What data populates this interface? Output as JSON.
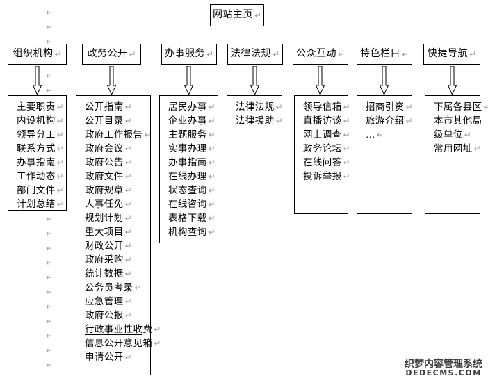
{
  "diagram": {
    "type": "sitemap-tree",
    "root": {
      "label": "网站主页",
      "pilcrow": "↵"
    },
    "pilcrow_glyph": "↵",
    "columns": [
      {
        "id": "organization",
        "header": "组织机构",
        "items": [
          "主要职责",
          "内设机构",
          "领导分工",
          "联系方式",
          "办事指南",
          "工作动态",
          "部门文件",
          "计划总结"
        ]
      },
      {
        "id": "government-affairs",
        "header": "政务公开",
        "items": [
          "公开指南",
          "公开目录",
          "政府工作报告",
          "政府会议",
          "政府公告",
          "政府文件",
          "政府规章",
          "人事任免",
          "规划计划",
          "重大项目",
          "财政公开",
          "政府采购",
          "统计数据",
          "公务员考录",
          "应急管理",
          "政府公报",
          "行政事业性收费",
          "信息公开意见箱",
          "申请公开"
        ],
        "underlined_item_index": 16
      },
      {
        "id": "services",
        "header": "办事服务",
        "items": [
          "居民办事",
          "企业办事",
          "主题服务",
          "实事办理",
          "办事指南",
          "在线办理",
          "状态查询",
          "在线咨询",
          "表格下载",
          "机构查询"
        ]
      },
      {
        "id": "laws",
        "header": "法律法规",
        "items": [
          "法律法规",
          "法律援助"
        ]
      },
      {
        "id": "public-interaction",
        "header": "公众互动",
        "items": [
          "领导信箱",
          "直播访谈",
          "网上调查",
          "政务论坛",
          "在线问答",
          "投诉举报"
        ]
      },
      {
        "id": "featured",
        "header": "特色栏目",
        "items": [
          "招商引资",
          "旅游介绍",
          "…"
        ]
      },
      {
        "id": "quick-nav",
        "header": "快捷导航",
        "items": [
          "下属各县区",
          "本市其他局",
          "级单位",
          "常用网址"
        ],
        "no_pilcrow_indexes": [
          1
        ]
      }
    ]
  },
  "watermark": {
    "cn": "织梦内容管理系统",
    "en": "DEDECMS.COM"
  },
  "colors": {
    "border": "#000000",
    "background": "#ffffff",
    "text": "#000000",
    "pilcrow": "#9a9a9a",
    "watermark": "#3b3b3b"
  }
}
